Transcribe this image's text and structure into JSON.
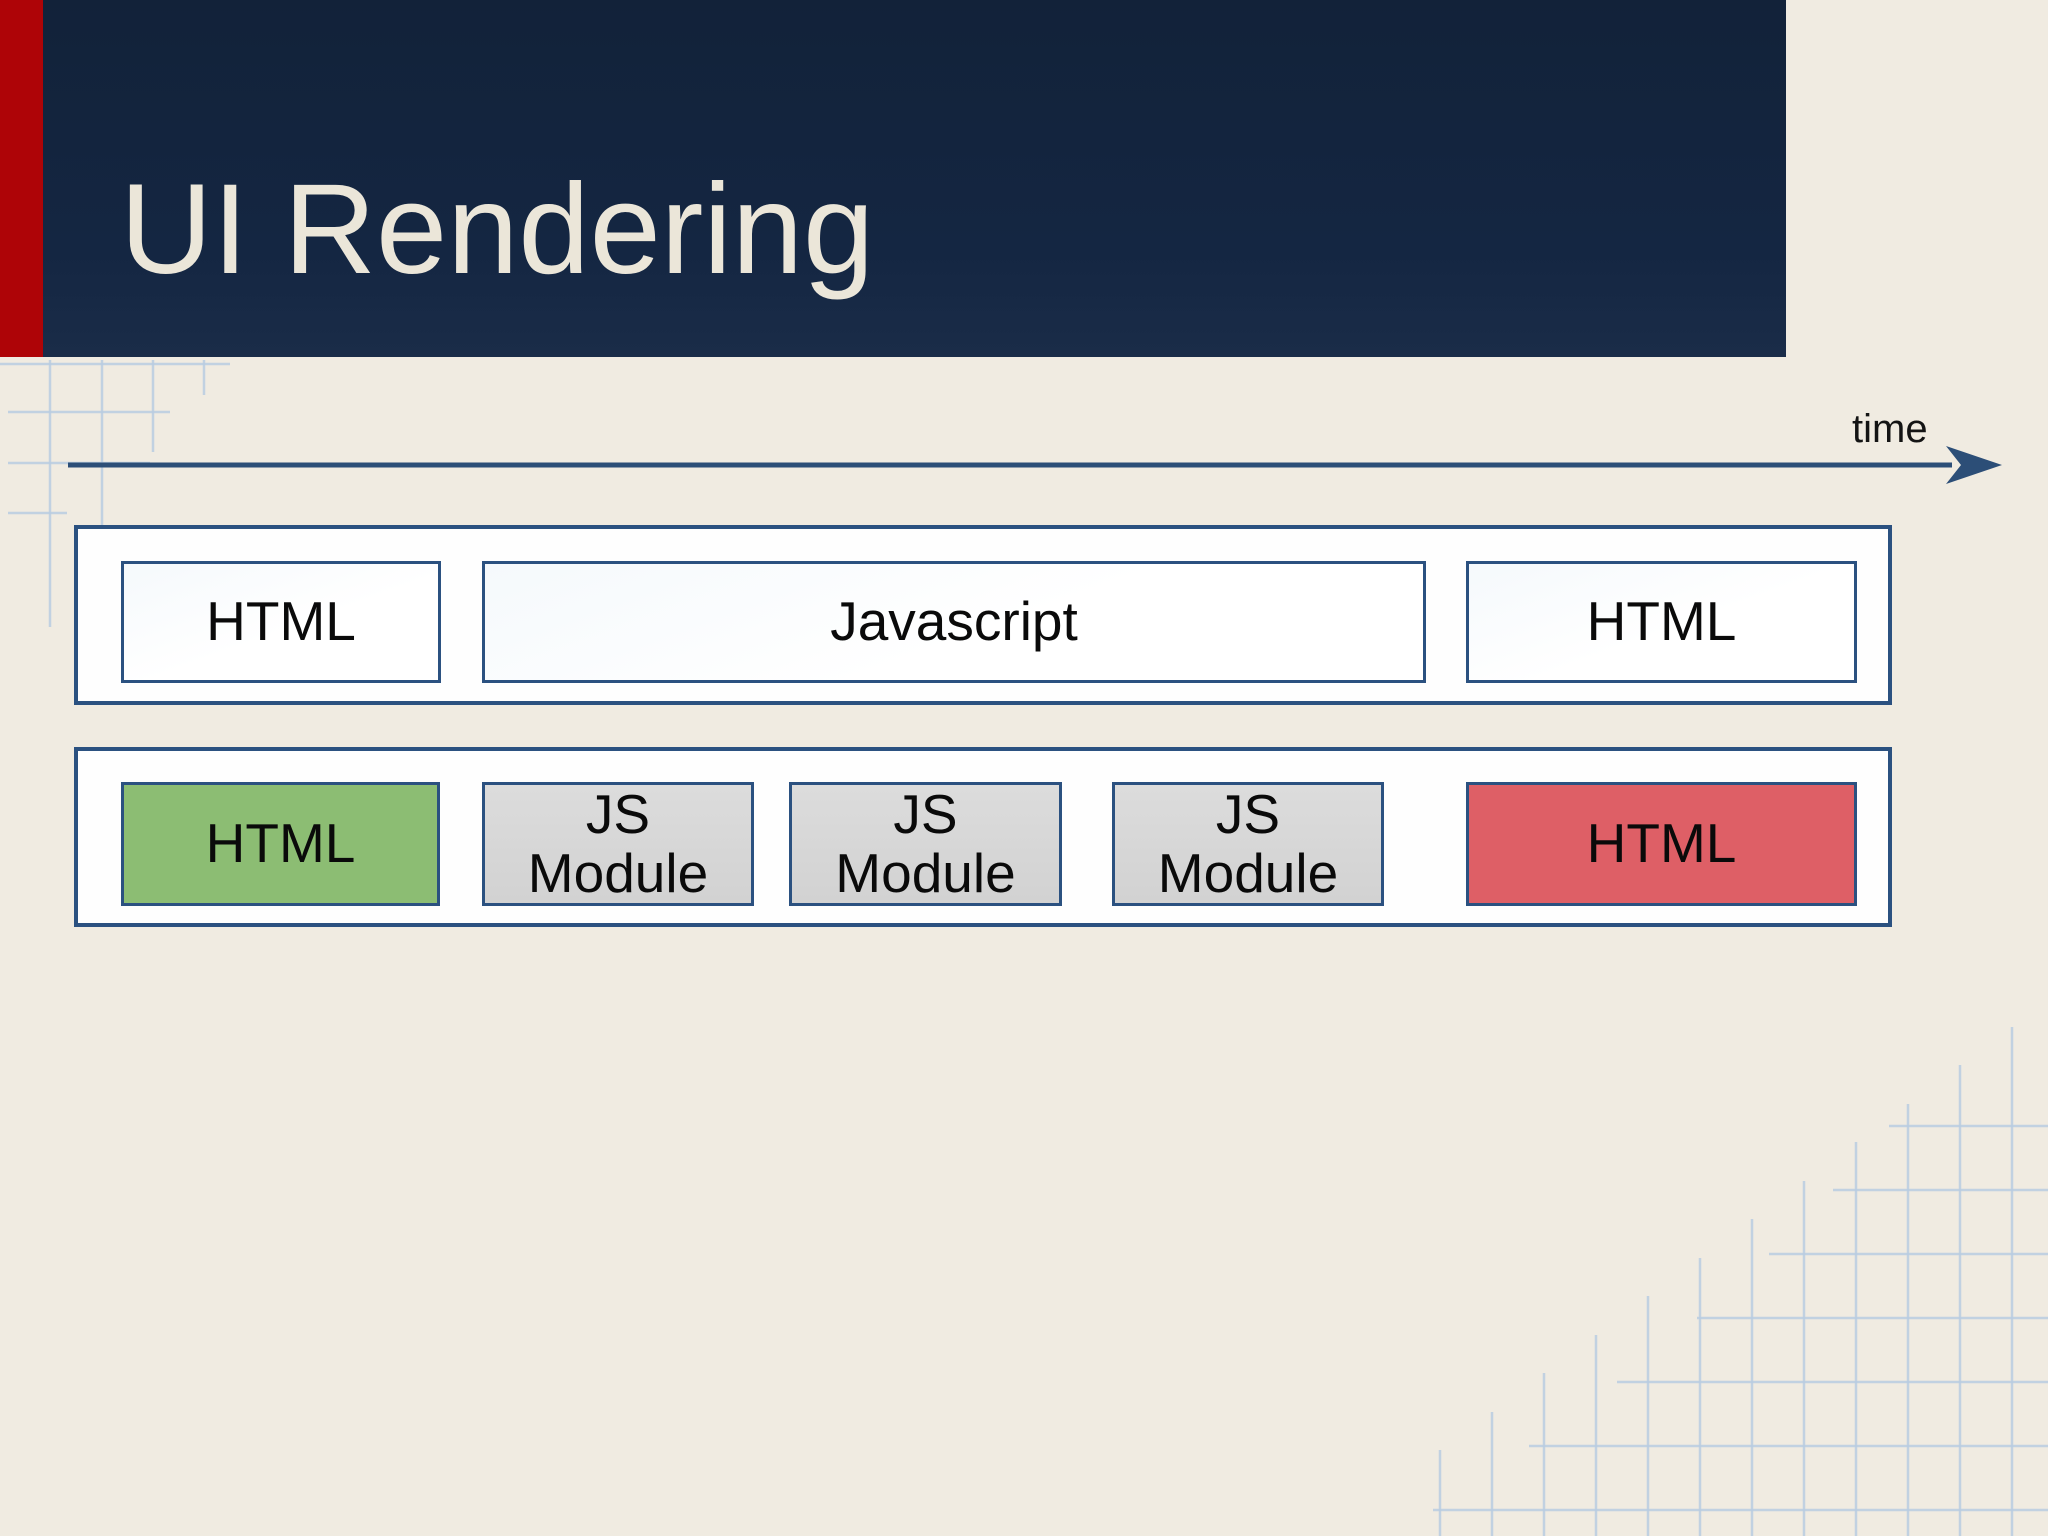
{
  "slide": {
    "title": "UI Rendering",
    "timeline": {
      "label": "time"
    },
    "rows": [
      {
        "name": "monolithic-render-sequence",
        "blocks": [
          {
            "label": "HTML",
            "color": "white"
          },
          {
            "label": "Javascript",
            "color": "white"
          },
          {
            "label": "HTML",
            "color": "white"
          }
        ]
      },
      {
        "name": "modular-render-sequence",
        "blocks": [
          {
            "label": "HTML",
            "color": "green"
          },
          {
            "label": "JS\nModule",
            "color": "gray"
          },
          {
            "label": "JS\nModule",
            "color": "gray"
          },
          {
            "label": "JS\nModule",
            "color": "gray"
          },
          {
            "label": "HTML",
            "color": "red"
          }
        ]
      }
    ]
  },
  "colors": {
    "background": "#f0ebe1",
    "header_navy": "#132540",
    "accent_red": "#ae0407",
    "box_border_navy": "#2b5180",
    "arrow_navy": "#2c4e77",
    "grid_blue": "#b9cde2",
    "block_green": "#8cbd73",
    "block_gray": "#d8d8d8",
    "block_red": "#de5f66",
    "title_text": "#ebe6d9",
    "label_text": "#0a0a0a"
  }
}
